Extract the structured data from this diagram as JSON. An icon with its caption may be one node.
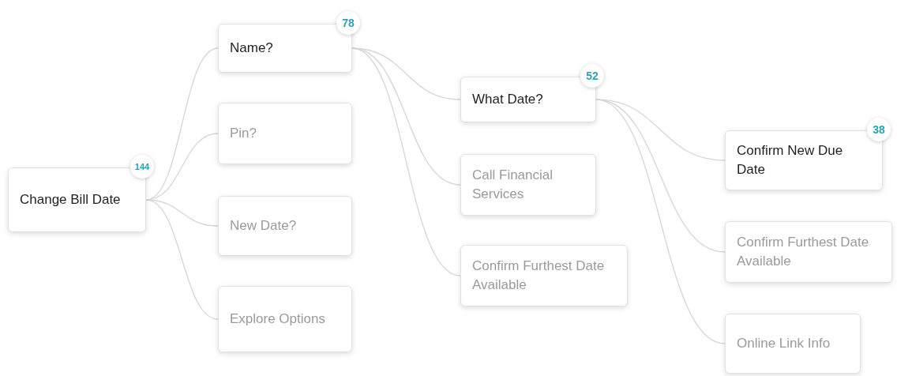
{
  "diagram": {
    "nodes": [
      {
        "text": [
          "Change Bill Date"
        ],
        "beside": [
          "144"
        ]
      },
      {
        "text": [
          "Name?"
        ],
        "beside": [
          "78"
        ]
      },
      {
        "text": [
          "Pin?"
        ]
      },
      {
        "text": [
          "New Date?"
        ]
      },
      {
        "text": [
          "Explore Options"
        ]
      },
      {
        "text": [
          "What Date?"
        ],
        "beside": [
          "52"
        ]
      },
      {
        "text": [
          "Call Financial Services"
        ]
      },
      {
        "text": [
          "Confirm Furthest Date Available"
        ]
      },
      {
        "text": [
          "Confirm New Due Date"
        ],
        "beside": [
          "38"
        ]
      },
      {
        "text": [
          "Confirm Furthest Date Available"
        ]
      },
      {
        "text": [
          "Online Link Info"
        ]
      }
    ],
    "edges": [
      {
        "from": 0,
        "to": 1,
        "arrow": "none"
      },
      {
        "from": 0,
        "to": 2,
        "arrow": "none"
      },
      {
        "from": 0,
        "to": 3,
        "arrow": "none"
      },
      {
        "from": 0,
        "to": 4,
        "arrow": "none"
      },
      {
        "from": 1,
        "to": 5,
        "arrow": "none"
      },
      {
        "from": 1,
        "to": 6,
        "arrow": "none"
      },
      {
        "from": 1,
        "to": 7,
        "arrow": "none"
      },
      {
        "from": 5,
        "to": 8,
        "arrow": "none"
      },
      {
        "from": 5,
        "to": 9,
        "arrow": "none"
      },
      {
        "from": 5,
        "to": 10,
        "arrow": "none"
      }
    ]
  }
}
